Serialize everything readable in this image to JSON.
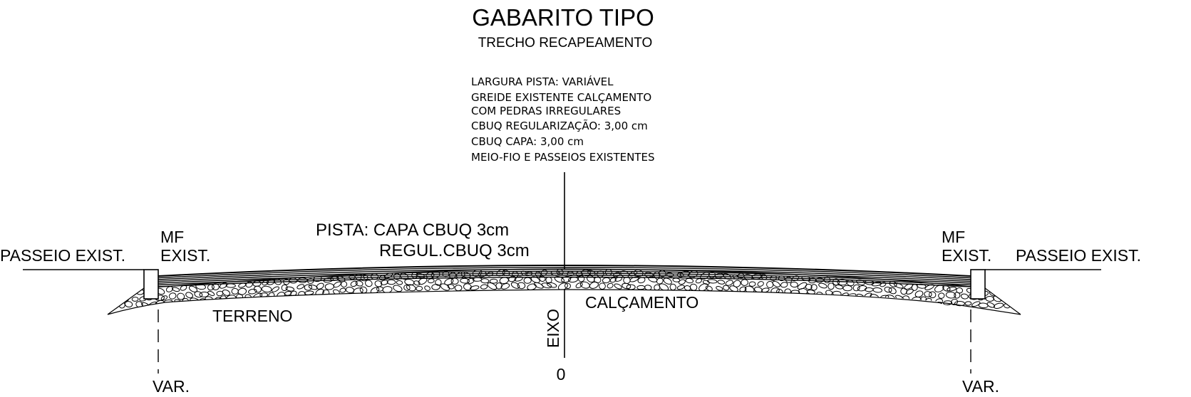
{
  "title": "GABARITO TIPO",
  "subtitle": "TRECHO RECAPEAMENTO",
  "notes": [
    "LARGURA PISTA: VARIÁVEL",
    "GREIDE EXISTENTE CALÇAMENTO",
    "COM PEDRAS IRREGULARES",
    "CBUQ REGULARIZAÇÃO: 3,00 cm",
    "CBUQ CAPA: 3,00 cm",
    "MEIO-FIO E PASSEIOS EXISTENTES"
  ],
  "labels": {
    "pista_line1": "PISTA: CAPA CBUQ 3cm",
    "pista_line2": "REGUL.CBUQ 3cm",
    "mf_left_1": "MF",
    "mf_left_2": "EXIST.",
    "mf_right_1": "MF",
    "mf_right_2": "EXIST.",
    "passeio_left": "PASSEIO EXIST.",
    "passeio_right": "PASSEIO EXIST.",
    "terreno": "TERRENO",
    "calcamento": "CALÇAMENTO",
    "eixo": "EIXO",
    "eixo_value": "0",
    "var_left": "VAR.",
    "var_right": "VAR."
  }
}
